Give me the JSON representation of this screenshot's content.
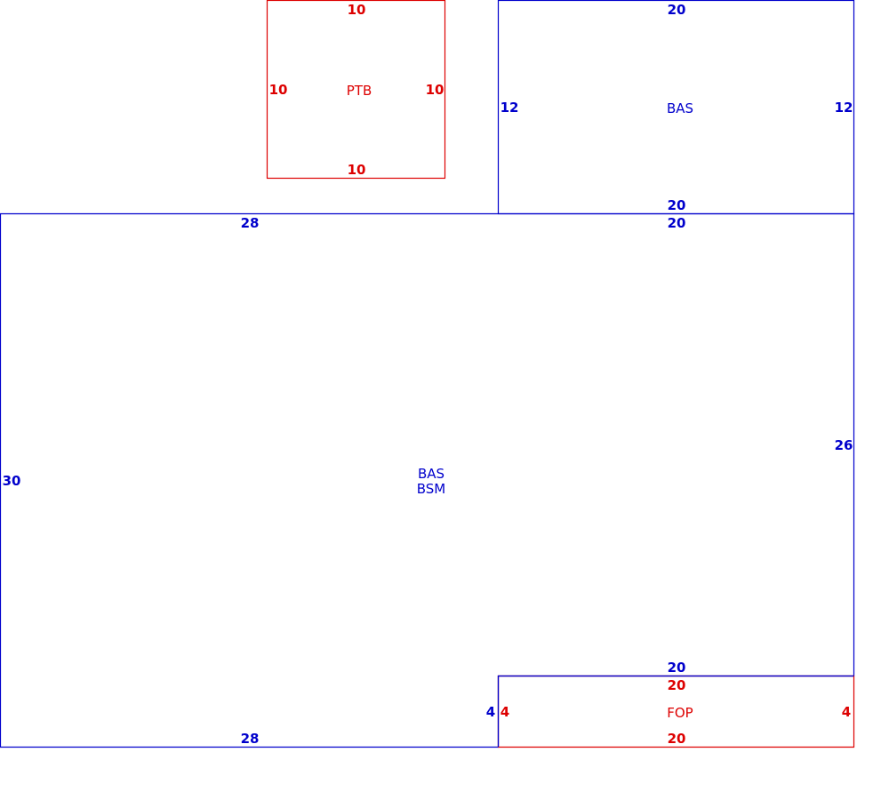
{
  "colors": {
    "blue": "#0000cc",
    "red": "#dd0000",
    "background": "#ffffff"
  },
  "areas": {
    "ptb": {
      "code": "PTB",
      "top": "10",
      "bottom": "10",
      "left": "10",
      "right": "10"
    },
    "bas_upper": {
      "code": "BAS",
      "top": "20",
      "bottom": "20",
      "left": "12",
      "right": "12"
    },
    "bas_main": {
      "code": "BAS",
      "code2": "BSM",
      "top_left": "28",
      "top_right": "20",
      "left": "30",
      "right": "26",
      "bottom_left": "28",
      "inner_bottom": "20",
      "inner_left": "4"
    },
    "fop": {
      "code": "FOP",
      "top": "20",
      "bottom": "20",
      "left": "4",
      "right": "4"
    }
  }
}
